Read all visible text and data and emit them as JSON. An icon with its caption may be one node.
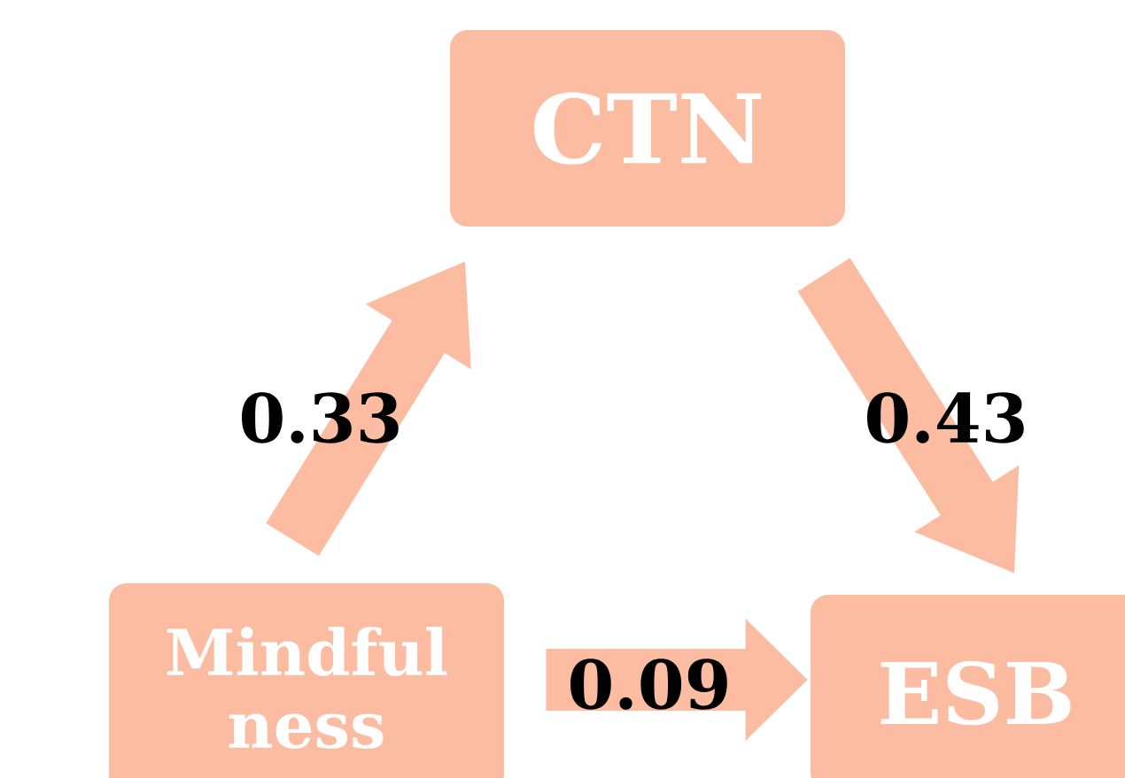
{
  "diagram": {
    "nodes": [
      {
        "text": [
          "CTN"
        ]
      },
      {
        "text": [
          "Mindful ness"
        ]
      },
      {
        "text": [
          "ESB"
        ]
      }
    ],
    "edges": [
      {
        "from": 1,
        "to": 0,
        "arrow": "to",
        "label": "0.33"
      },
      {
        "from": 0,
        "to": 2,
        "arrow": "to",
        "label": "0.43"
      },
      {
        "from": 1,
        "to": 2,
        "arrow": "to",
        "label": "0.09"
      }
    ]
  }
}
